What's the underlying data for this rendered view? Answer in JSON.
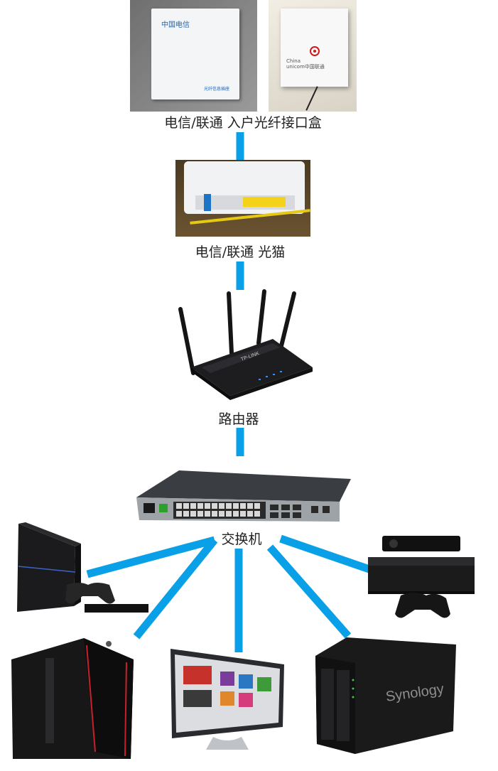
{
  "labels": {
    "fiber_box": "电信/联通 入户光纤接口盒",
    "modem": "电信/联通 光猫",
    "router": "路由器",
    "switch": "交换机"
  },
  "fiber_box_left": {
    "brand_text": "中国电信",
    "sub_text": "光纤信息插座"
  },
  "fiber_box_right": {
    "brand_line1": "China",
    "brand_line2": "unicom中国联通"
  },
  "router": {
    "brand_text": "TP-LINK"
  },
  "nas": {
    "brand_text": "Synology"
  },
  "colors": {
    "link": "#0aa0e8"
  }
}
